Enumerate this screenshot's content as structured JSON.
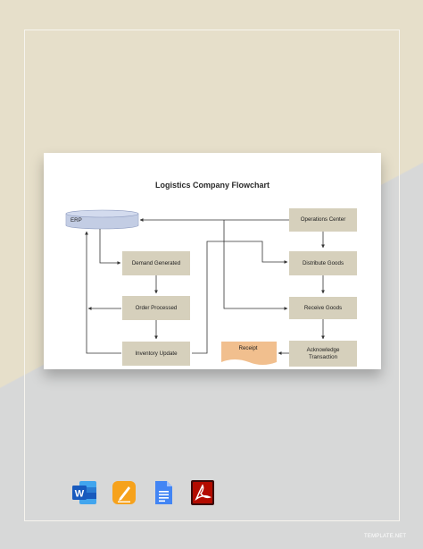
{
  "title": "Logistics Company Flowchart",
  "nodes": {
    "erp": "ERP",
    "operations_center": "Operations Center",
    "demand_generated": "Demand Generated",
    "distribute_goods": "Distribute Goods",
    "order_processed": "Order Processed",
    "receive_goods": "Receive Goods",
    "inventory_update": "Inventory Update",
    "receipt": "Receipt",
    "acknowledge_transaction": "Acknowledge Transaction"
  },
  "colors": {
    "process_fill": "#d6d0bc",
    "database_fill": "#c3cde4",
    "document_fill": "#f1bf8e"
  },
  "apps": [
    {
      "name": "word-icon",
      "letter": "W"
    },
    {
      "name": "pages-icon",
      "letter": ""
    },
    {
      "name": "docs-icon",
      "letter": ""
    },
    {
      "name": "pdf-icon",
      "letter": ""
    }
  ],
  "brand": "TEMPLATE.NET"
}
